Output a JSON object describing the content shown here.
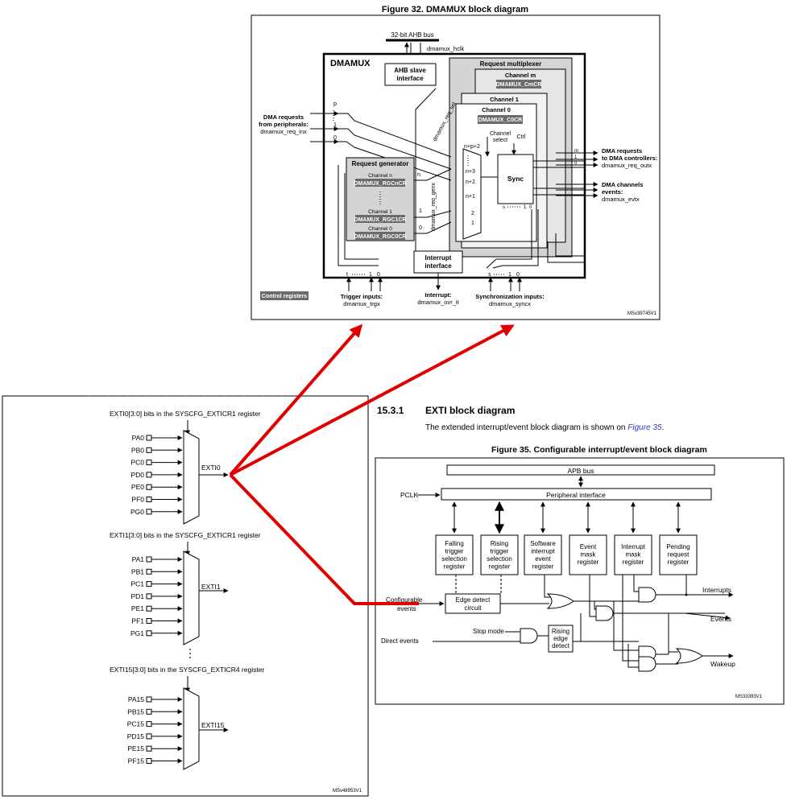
{
  "dmamux": {
    "figure_title": "Figure 32. DMAMUX block diagram",
    "bus_label": "32-bit AHB bus",
    "hclk": "dmamux_hclk",
    "block_label": "DMAMUX",
    "ahb_slave": [
      "AHB slave",
      "interface"
    ],
    "req_mux": "Request multiplexer",
    "ch_m": "Channel m",
    "ch_m_reg": "DMAMUX_CmCR",
    "ch_1": "Channel 1",
    "ch_0": "Channel 0",
    "ch_0_reg": "DMAMUX_C0CR",
    "channel_select": [
      "Channel",
      "select"
    ],
    "ctrl": "Ctrl",
    "sync": "Sync",
    "req_sel": "dmamux_req_sel",
    "req_gen": "Request generator",
    "gen_n": "Channel n",
    "gen_n_reg": "DMAMUX_RGCnCR",
    "gen_1": "Channel 1",
    "gen_1_reg": "DMAMUX_RGC1CR",
    "gen_0": "Channel 0",
    "gen_0_reg": "DMAMUX_RGC0CR",
    "req_genx": "dmamux_req_genx",
    "dma_requests_in": [
      "DMA requests",
      "from peripherals:",
      "dmamux_req_inx"
    ],
    "in_p": "p",
    "in_1": "1",
    "in_0": "0",
    "gen_out_n": "n",
    "gen_out_1": "1",
    "gen_out_0": "0",
    "mux_labels": [
      "n+p+2",
      "n+3",
      "n+2",
      "n+1",
      "2",
      "1"
    ],
    "out_m": "m",
    "out_1": "1",
    "out_0": "0",
    "dma_out": [
      "DMA requests",
      "to DMA controllers:",
      "dmamux_req_outx"
    ],
    "evt_out": [
      "DMA channels",
      "events:",
      "dmamux_evtx"
    ],
    "interrupt_if": [
      "Interrupt",
      "interface"
    ],
    "control_registers": "Control registers",
    "trig_t": "t",
    "trig_1": "1",
    "trig_0": "0",
    "trig_in": [
      "Trigger inputs:",
      "dmamux_trgx"
    ],
    "interrupt": [
      "Interrupt:",
      "dmamux_ovr_it"
    ],
    "sync_s": "s",
    "sync_1": "1",
    "sync_0": "0",
    "sync_in": [
      "Synchronization inputs:",
      "dmamux_syncx"
    ],
    "sync_bottom": [
      "s",
      "1",
      "0"
    ],
    "code": "MSv39745V1"
  },
  "exti_mux": {
    "mux0_title": "EXTI0[3:0] bits in the SYSCFG_EXTICR1 register",
    "mux0_inputs": [
      "PA0",
      "PB0",
      "PC0",
      "PD0",
      "PE0",
      "PF0",
      "PG0"
    ],
    "mux0_out": "EXTI0",
    "mux1_title": "EXTI1[3:0] bits in the SYSCFG_EXTICR1 register",
    "mux1_inputs": [
      "PA1",
      "PB1",
      "PC1",
      "PD1",
      "PE1",
      "PF1",
      "PG1"
    ],
    "mux1_out": "EXTI1",
    "mux15_title": "EXTI15[3:0] bits in the SYSCFG_EXTICR4 register",
    "mux15_inputs": [
      "PA15",
      "PB15",
      "PC15",
      "PD15",
      "PE15",
      "PF15"
    ],
    "mux15_out": "EXTI15",
    "code": "MSv48953V1"
  },
  "exti": {
    "section_num": "15.3.1",
    "section_title": "EXTI block diagram",
    "intro": "The extended interrupt/event block diagram is shown on ",
    "intro_link": "Figure 35",
    "intro_end": ".",
    "figure_title": "Figure 35. Configurable interrupt/event block diagram",
    "apb_bus": "APB bus",
    "pclk": "PCLK",
    "peripheral_if": "Peripheral interface",
    "reg_falling": [
      "Falling",
      "trigger",
      "selection",
      "register"
    ],
    "reg_rising": [
      "Rising",
      "trigger",
      "selection",
      "register"
    ],
    "reg_software": [
      "Software",
      "interrupt",
      "event",
      "register"
    ],
    "reg_event_mask": [
      "Event",
      "mask",
      "register"
    ],
    "reg_int_mask": [
      "Interrupt",
      "mask",
      "register"
    ],
    "reg_pending": [
      "Pending",
      "request",
      "register"
    ],
    "configurable_events": [
      "Configurable",
      "events"
    ],
    "edge_detect": [
      "Edge detect",
      "circuit"
    ],
    "interrupts": "Interrupts",
    "events": "Events",
    "stop_mode": "Stop mode",
    "direct_events": "Direct events",
    "rising_edge_detect": [
      "Rising",
      "edge",
      "detect"
    ],
    "wakeup": "Wakeup",
    "code": "MS33393V1"
  },
  "colors": {
    "annotation": "#e00000",
    "link": "#1f3fbf",
    "register_fill": "#6b6b6b",
    "block_gray": "#d4d4d4"
  }
}
